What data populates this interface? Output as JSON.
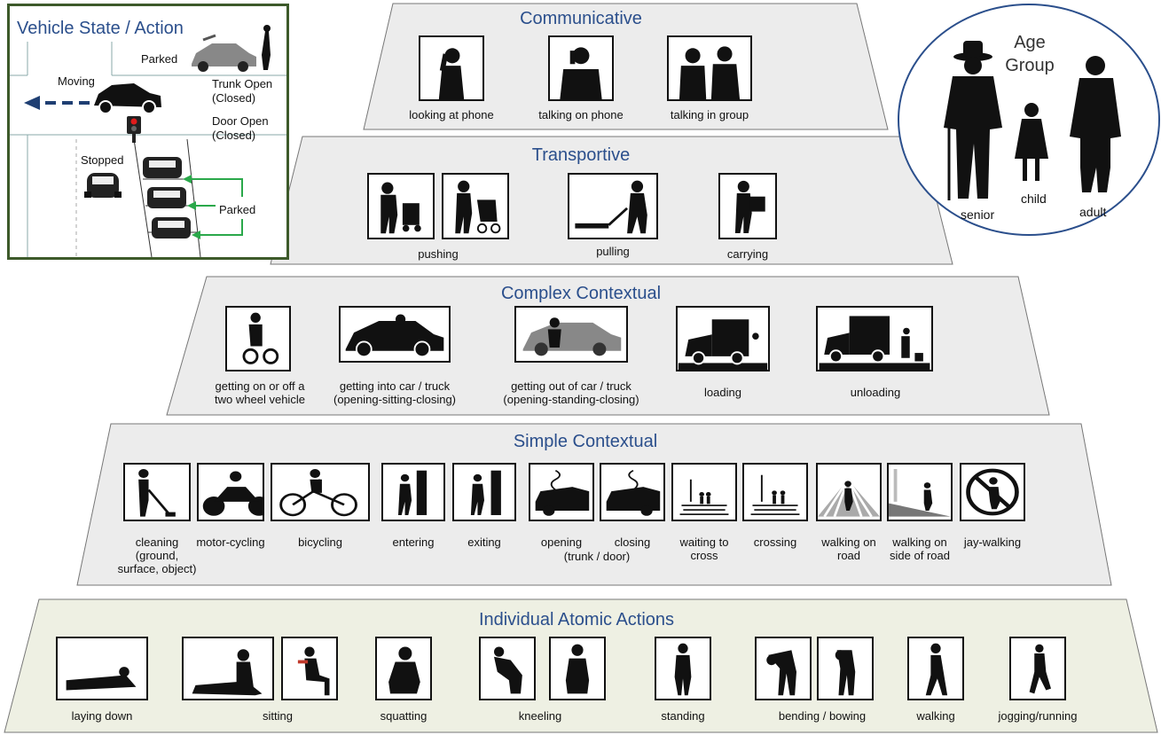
{
  "colors": {
    "title_blue": "#2b4f8c",
    "trapezoid_fill": "#ececec",
    "atomic_fill": "#eef0e3",
    "vehicle_border": "#3d5a2a",
    "arrow_green": "#2aa84a",
    "arrow_blue": "#1f3f73",
    "light_red": "#e01b1b"
  },
  "vehicle_panel": {
    "title": "Vehicle State / Action",
    "parked_top": "Parked",
    "moving": "Moving",
    "trunk_open": "Trunk Open",
    "trunk_closed": "(Closed)",
    "door_open": "Door Open",
    "door_closed": "(Closed)",
    "stopped": "Stopped",
    "parked_side": "Parked"
  },
  "age_group": {
    "title_line1": "Age",
    "title_line2": "Group",
    "senior": "senior",
    "child": "child",
    "adult": "adult"
  },
  "levels": {
    "communicative": {
      "title": "Communicative",
      "items": [
        {
          "icon": "phone-looking-icon",
          "caption": "looking at phone"
        },
        {
          "icon": "phone-talking-icon",
          "caption": "talking on phone"
        },
        {
          "icon": "group-talking-icon",
          "caption": "talking in group"
        }
      ]
    },
    "transportive": {
      "title": "Transportive",
      "items": [
        {
          "icon": "pushing-cart-icon",
          "caption": "pushing"
        },
        {
          "icon": "pushing-stroller-icon",
          "caption": ""
        },
        {
          "icon": "pulling-pallet-icon",
          "caption": "pulling"
        },
        {
          "icon": "carrying-box-icon",
          "caption": "carrying"
        }
      ]
    },
    "complex": {
      "title": "Complex Contextual",
      "items": [
        {
          "icon": "scooter-icon",
          "caption_l1": "getting on or off a",
          "caption_l2": "two wheel vehicle"
        },
        {
          "icon": "car-entering-icon",
          "caption_l1": "getting into car / truck",
          "caption_l2": "(opening-sitting-closing)"
        },
        {
          "icon": "car-exiting-icon",
          "caption_l1": "getting out of car / truck",
          "caption_l2": "(opening-standing-closing)"
        },
        {
          "icon": "truck-loading-icon",
          "caption_l1": "loading",
          "caption_l2": ""
        },
        {
          "icon": "truck-unloading-icon",
          "caption_l1": "unloading",
          "caption_l2": ""
        }
      ]
    },
    "simple": {
      "title": "Simple Contextual",
      "items": [
        {
          "icon": "cleaning-icon",
          "caption_l1": "cleaning",
          "caption_l2": "(ground,",
          "caption_l3": "surface, object)"
        },
        {
          "icon": "motorcycle-icon",
          "caption_l1": "motor-cycling"
        },
        {
          "icon": "bicycle-icon",
          "caption_l1": "bicycling"
        },
        {
          "icon": "entering-door-icon",
          "caption_l1": "entering"
        },
        {
          "icon": "exiting-door-icon",
          "caption_l1": "exiting"
        },
        {
          "icon": "trunk-opening-icon",
          "caption_l1": "opening"
        },
        {
          "icon": "trunk-closing-icon",
          "caption_l1": "closing"
        },
        {
          "icon": "waiting-crosswalk-icon",
          "caption_l1": "waiting to",
          "caption_l2": "cross"
        },
        {
          "icon": "crossing-icon",
          "caption_l1": "crossing"
        },
        {
          "icon": "walking-road-icon",
          "caption_l1": "walking on",
          "caption_l2": "road"
        },
        {
          "icon": "walking-roadside-icon",
          "caption_l1": "walking on",
          "caption_l2": "side of road"
        },
        {
          "icon": "no-pedestrian-icon",
          "caption_l1": "jay-walking"
        }
      ],
      "trunk_door_note": "(trunk / door)"
    },
    "atomic": {
      "title": "Individual Atomic Actions",
      "items": [
        {
          "icon": "laying-icon",
          "caption": "laying down"
        },
        {
          "icon": "sitting-ground-icon",
          "caption": "sitting"
        },
        {
          "icon": "sitting-chair-icon",
          "caption": ""
        },
        {
          "icon": "squatting-icon",
          "caption": "squatting"
        },
        {
          "icon": "kneeling-1-icon",
          "caption": "kneeling"
        },
        {
          "icon": "kneeling-2-icon",
          "caption": ""
        },
        {
          "icon": "standing-icon",
          "caption": "standing"
        },
        {
          "icon": "bending-icon",
          "caption": "bending / bowing"
        },
        {
          "icon": "bowing-icon",
          "caption": ""
        },
        {
          "icon": "walking-icon",
          "caption": "walking"
        },
        {
          "icon": "jogging-icon",
          "caption": "jogging/running"
        }
      ]
    }
  }
}
